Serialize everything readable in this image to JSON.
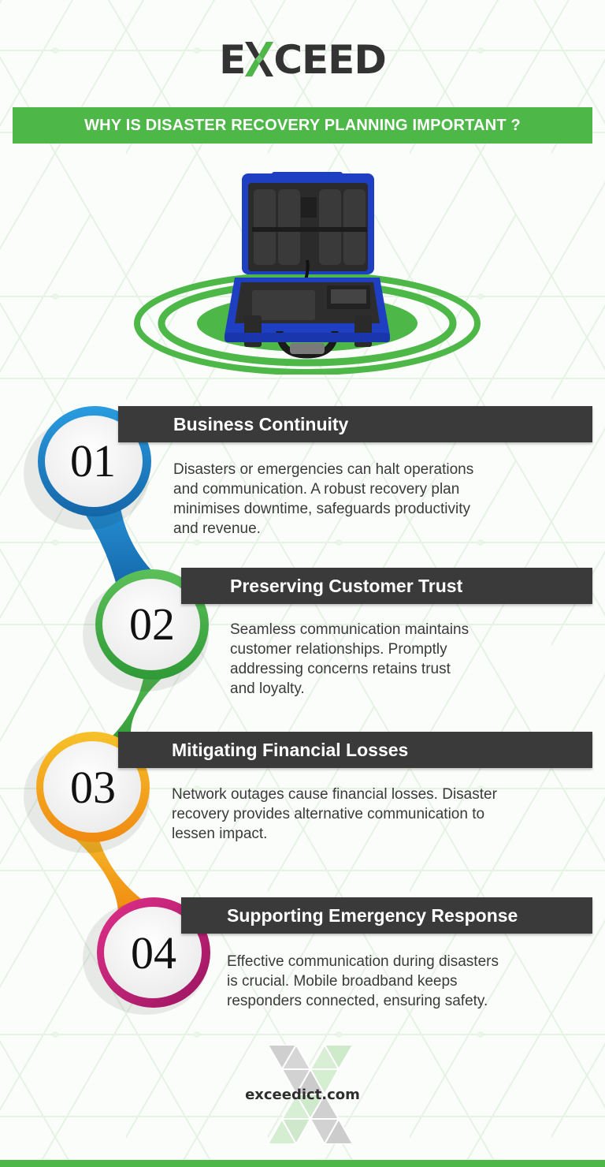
{
  "brand": {
    "logo_text_left": "E",
    "logo_text_x": "X",
    "logo_text_right": "CEED",
    "accent_color": "#4db848",
    "dark_color": "#3a3a3a"
  },
  "header": {
    "title": "WHY IS DISASTER RECOVERY PLANNING IMPORTANT ?"
  },
  "hero": {
    "image": "blue-rugged-case-with-green-signal-rings"
  },
  "items": [
    {
      "number": "01",
      "heading": "Business Continuity",
      "lines": [
        "Disasters or emergencies can halt operations",
        "and communication. A robust recovery plan",
        "minimises downtime, safeguards productivity",
        "and revenue."
      ],
      "color": "#1f7fc4"
    },
    {
      "number": "02",
      "heading": "Preserving Customer Trust",
      "lines": [
        "Seamless communication maintains",
        "customer relationships. Promptly",
        "addressing concerns retains trust",
        "and loyalty."
      ],
      "color": "#45a845"
    },
    {
      "number": "03",
      "heading": "Mitigating Financial Losses",
      "lines": [
        "Network outages cause financial losses. Disaster",
        "recovery provides alternative communication to",
        "lessen impact."
      ],
      "color": "#f0a020"
    },
    {
      "number": "04",
      "heading": "Supporting Emergency Response",
      "lines": [
        "Effective communication during disasters",
        "is crucial. Mobile broadband keeps",
        "responders connected, ensuring safety."
      ],
      "color": "#c81e78"
    }
  ],
  "footer": {
    "url": "exceedict.com"
  }
}
